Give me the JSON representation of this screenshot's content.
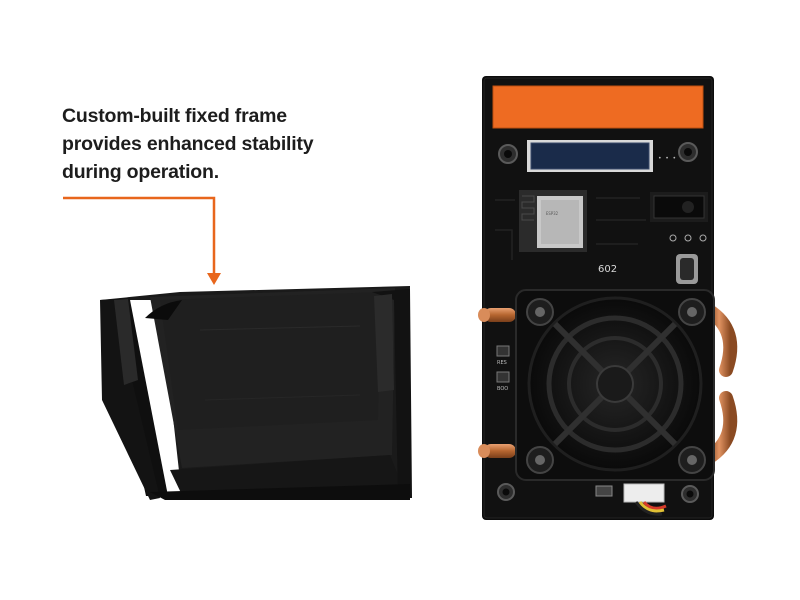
{
  "caption": {
    "lines": [
      "Custom-built fixed frame",
      "provides enhanced stability",
      "during operation."
    ]
  },
  "colors": {
    "background": "#ffffff",
    "accent": "#e8661c",
    "frame": "#141414",
    "board": "#0c0c0c",
    "copper": "#c97a46",
    "oled_glass": "#1a2b4a"
  },
  "board": {
    "silkscreen_label": "602",
    "button_labels": [
      "RES",
      "BOO"
    ]
  },
  "icons": [
    "arrow-down-icon",
    "fan-icon",
    "heatpipe-icon",
    "usb-c-port-icon",
    "dc-jack-icon"
  ]
}
